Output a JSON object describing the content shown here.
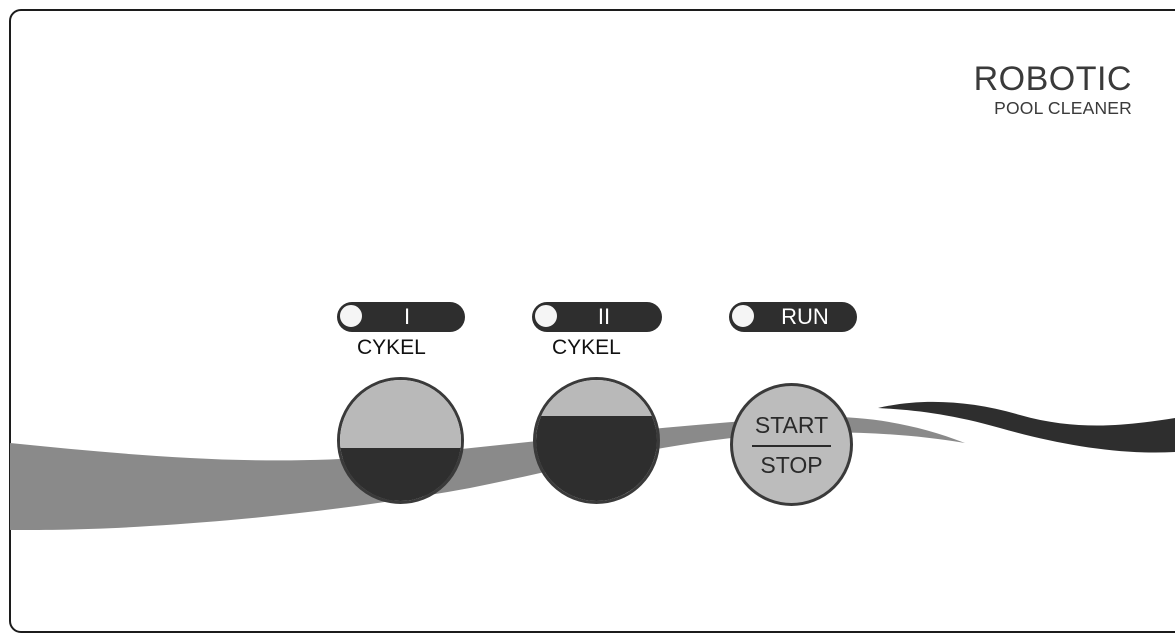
{
  "brand": {
    "title": "ROBOTIC",
    "subtitle": "POOL CLEANER"
  },
  "indicators": [
    {
      "label": "I",
      "caption": "CYKEL"
    },
    {
      "label": "II",
      "caption": "CYKEL"
    },
    {
      "label": "RUN",
      "caption": ""
    }
  ],
  "buttons": {
    "start_label": "START",
    "stop_label": "STOP"
  },
  "colors": {
    "panel_border": "#1c1c1c",
    "wave_gray": "#8a8a8a",
    "wave_dark": "#2e2e2e",
    "button_light": "#b9b9b9",
    "button_dark": "#2e2e2e"
  }
}
